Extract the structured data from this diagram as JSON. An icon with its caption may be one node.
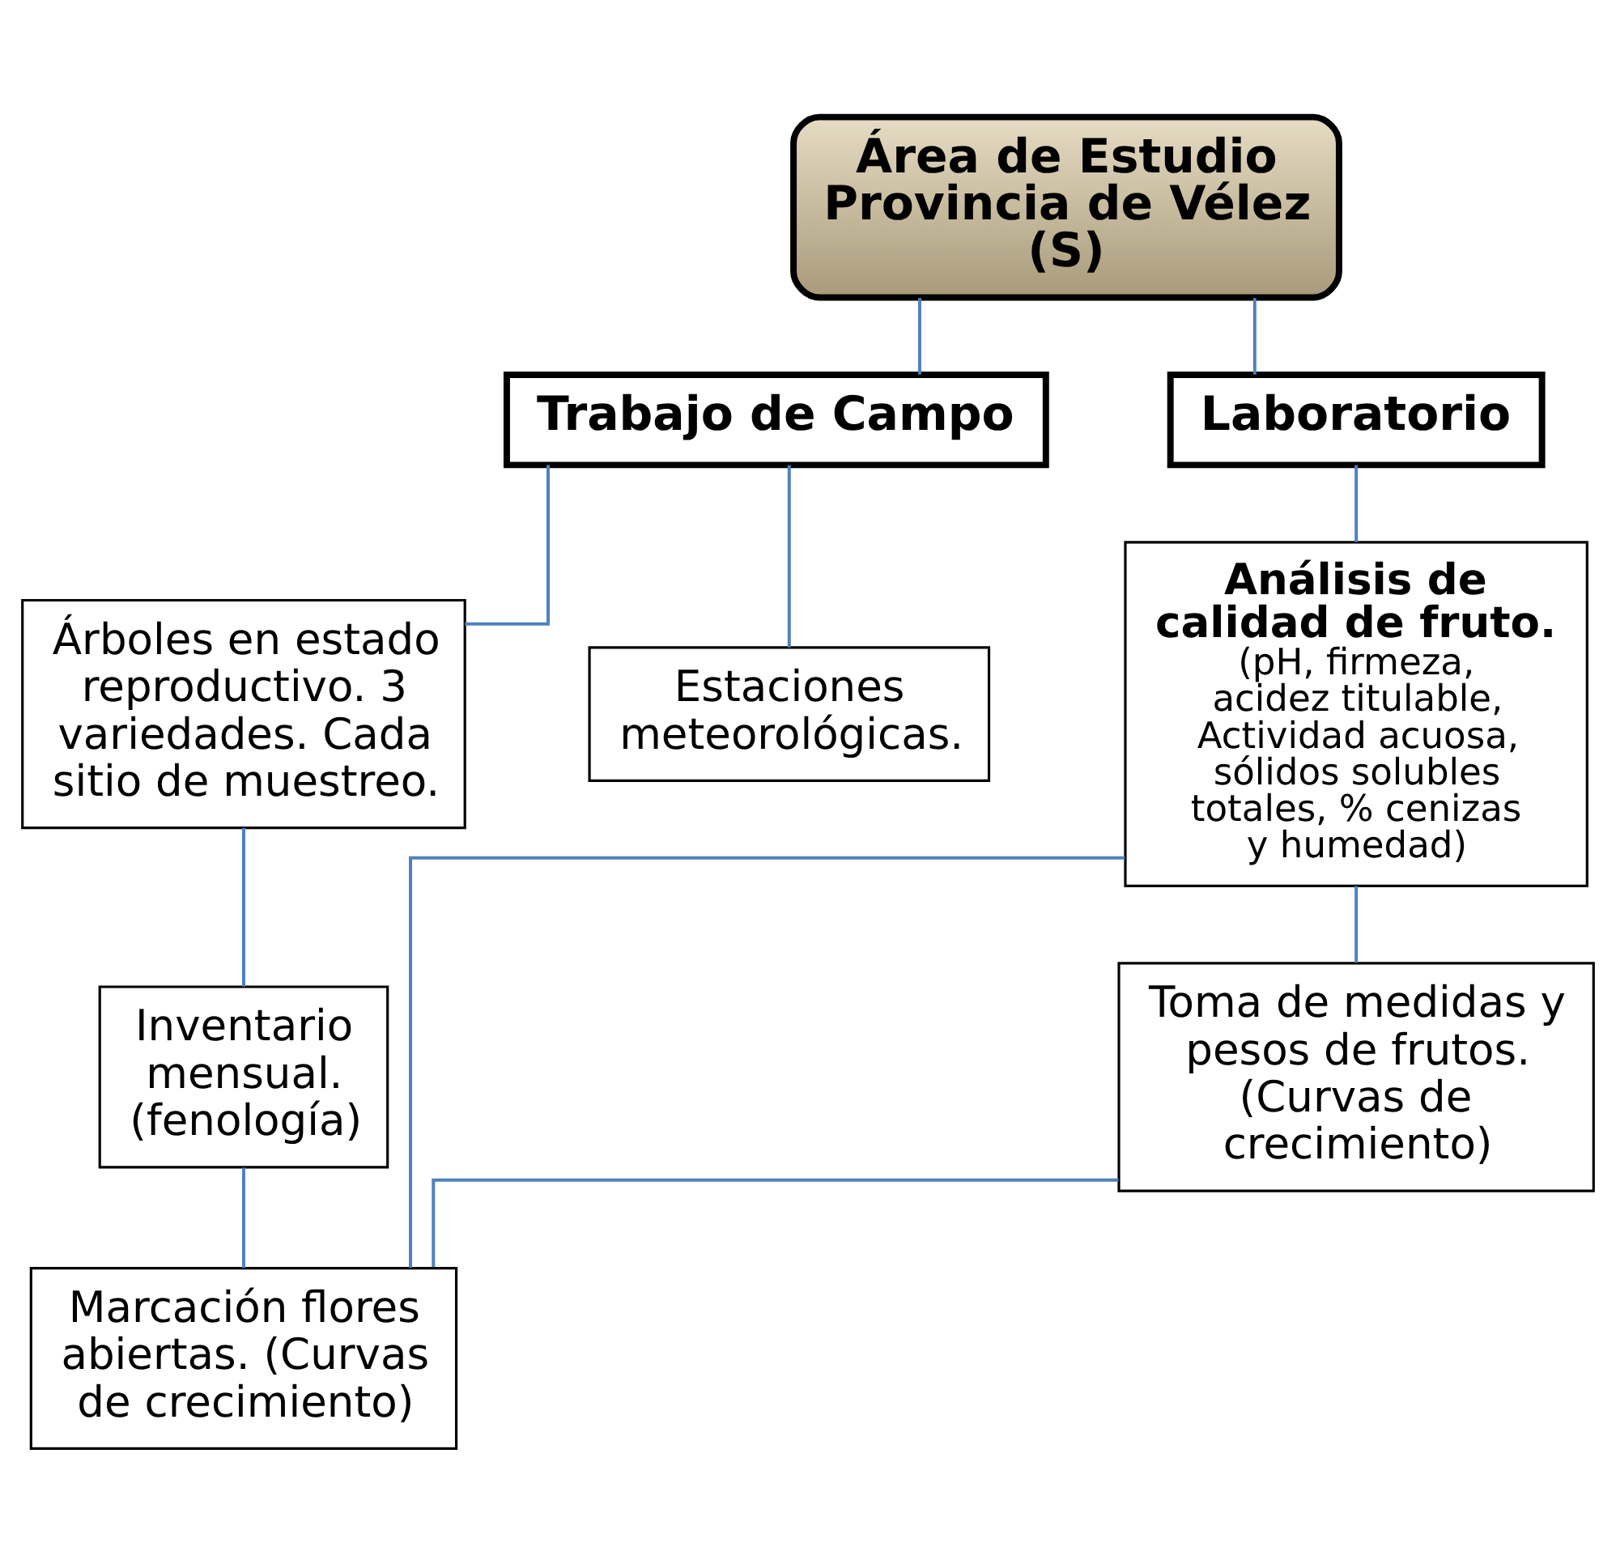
{
  "diagram": {
    "nodes": [
      {
        "text": [
          "Área de Estudio Provincia de Vélez (S)"
        ]
      },
      {
        "text": [
          "Trabajo de Campo"
        ]
      },
      {
        "text": [
          "Laboratorio"
        ]
      },
      {
        "text": [
          "Árboles en estado reproductivo. 3 variedades. Cada sitio de muestreo."
        ]
      },
      {
        "text": [
          "Inventario mensual. (fenología)"
        ]
      },
      {
        "text": [
          "Marcación flores abiertas. (Curvas de crecimiento)"
        ]
      },
      {
        "text": [
          "Análisis de calidad de fruto.",
          "(pH, firmeza, acidez titulable, Actividad acuosa, sólidos solubles totales, % cenizas y humedad)"
        ]
      },
      {
        "text": [
          "Toma de medidas y pesos de frutos. (Curvas de crecimiento)"
        ]
      },
      {
        "text": [
          "Estaciones meteorológicas."
        ]
      }
    ],
    "edges": [
      {
        "from": 0,
        "to": 1,
        "arrow": "none"
      },
      {
        "from": 0,
        "to": 2,
        "arrow": "none"
      },
      {
        "from": 1,
        "to": 3,
        "arrow": "none"
      },
      {
        "from": 3,
        "to": 4,
        "arrow": "none"
      },
      {
        "from": 4,
        "to": 5,
        "arrow": "none"
      },
      {
        "from": 2,
        "to": 6,
        "arrow": "none"
      },
      {
        "from": 6,
        "to": 7,
        "arrow": "none"
      },
      {
        "from": 5,
        "to": 6,
        "arrow": "none"
      },
      {
        "from": 5,
        "to": 7,
        "arrow": "none"
      },
      {
        "from": 1,
        "to": 8,
        "arrow": "none"
      }
    ]
  }
}
